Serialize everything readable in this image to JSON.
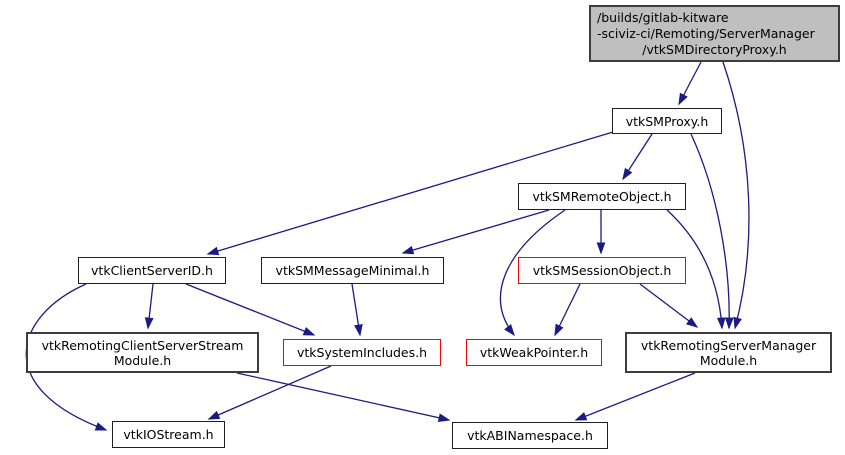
{
  "diagram": {
    "kind": "include-dependency-graph",
    "colors": {
      "edge": "#1b1b83",
      "root_fill": "#bfbfbf",
      "node_fill": "#ffffff",
      "truncated_border": "#ff0000",
      "node_border": "#1f1f1f",
      "module_border": "#3d3d3d"
    }
  },
  "nodes": [
    {
      "id": "root",
      "lines": [
        "/builds/gitlab-kitware",
        "-sciviz-ci/Remoting/ServerManager",
        "/vtkSMDirectoryProxy.h"
      ],
      "label": "/builds/gitlab-kitware\n-sciviz-ci/Remoting/ServerManager\n/vtkSMDirectoryProxy.h",
      "style": "root"
    },
    {
      "id": "vtkSMProxy.h",
      "label": "vtkSMProxy.h",
      "style": "normal"
    },
    {
      "id": "vtkSMRemoteObject.h",
      "label": "vtkSMRemoteObject.h",
      "style": "normal"
    },
    {
      "id": "vtkSMSessionObject.h",
      "label": "vtkSMSessionObject.h",
      "style": "truncated"
    },
    {
      "id": "vtkClientServerID.h",
      "label": "vtkClientServerID.h",
      "style": "normal"
    },
    {
      "id": "vtkSMMessageMinimal.h",
      "label": "vtkSMMessageMinimal.h",
      "style": "normal"
    },
    {
      "id": "vtkRemotingClientServerStreamModule.h",
      "label": "vtkRemotingClientServerStream\nModule.h",
      "style": "module"
    },
    {
      "id": "vtkSystemIncludes.h",
      "label": "vtkSystemIncludes.h",
      "style": "truncated"
    },
    {
      "id": "vtkWeakPointer.h",
      "label": "vtkWeakPointer.h",
      "style": "truncated"
    },
    {
      "id": "vtkRemotingServerManagerModule.h",
      "label": "vtkRemotingServerManager\nModule.h",
      "style": "module"
    },
    {
      "id": "vtkIOStream.h",
      "label": "vtkIOStream.h",
      "style": "normal"
    },
    {
      "id": "vtkABINamespace.h",
      "label": "vtkABINamespace.h",
      "style": "normal"
    }
  ],
  "edges": [
    {
      "from": "root",
      "to": "vtkSMProxy.h"
    },
    {
      "from": "root",
      "to": "vtkRemotingServerManagerModule.h"
    },
    {
      "from": "vtkSMProxy.h",
      "to": "vtkClientServerID.h"
    },
    {
      "from": "vtkSMProxy.h",
      "to": "vtkSMRemoteObject.h"
    },
    {
      "from": "vtkSMProxy.h",
      "to": "vtkRemotingServerManagerModule.h"
    },
    {
      "from": "vtkSMRemoteObject.h",
      "to": "vtkSMMessageMinimal.h"
    },
    {
      "from": "vtkSMRemoteObject.h",
      "to": "vtkSMSessionObject.h"
    },
    {
      "from": "vtkSMRemoteObject.h",
      "to": "vtkWeakPointer.h"
    },
    {
      "from": "vtkSMRemoteObject.h",
      "to": "vtkRemotingServerManagerModule.h"
    },
    {
      "from": "vtkSMSessionObject.h",
      "to": "vtkWeakPointer.h"
    },
    {
      "from": "vtkSMSessionObject.h",
      "to": "vtkRemotingServerManagerModule.h"
    },
    {
      "from": "vtkClientServerID.h",
      "to": "vtkRemotingClientServerStreamModule.h"
    },
    {
      "from": "vtkClientServerID.h",
      "to": "vtkSystemIncludes.h"
    },
    {
      "from": "vtkClientServerID.h",
      "to": "vtkIOStream.h"
    },
    {
      "from": "vtkSMMessageMinimal.h",
      "to": "vtkSystemIncludes.h"
    },
    {
      "from": "vtkSystemIncludes.h",
      "to": "vtkIOStream.h"
    },
    {
      "from": "vtkRemotingClientServerStreamModule.h",
      "to": "vtkABINamespace.h"
    },
    {
      "from": "vtkRemotingServerManagerModule.h",
      "to": "vtkABINamespace.h"
    }
  ]
}
